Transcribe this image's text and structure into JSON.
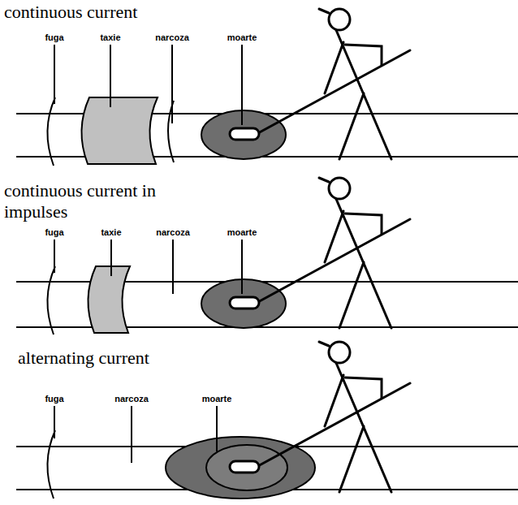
{
  "diagram": {
    "labels": [
      "continuous current",
      "fuga",
      "taxie",
      "narcoza",
      "moarte",
      "continuous current in impulses",
      "fuga",
      "taxie",
      "narcoza",
      "moarte",
      "alternating current",
      "fuga",
      "narcoza",
      "moarte"
    ]
  }
}
